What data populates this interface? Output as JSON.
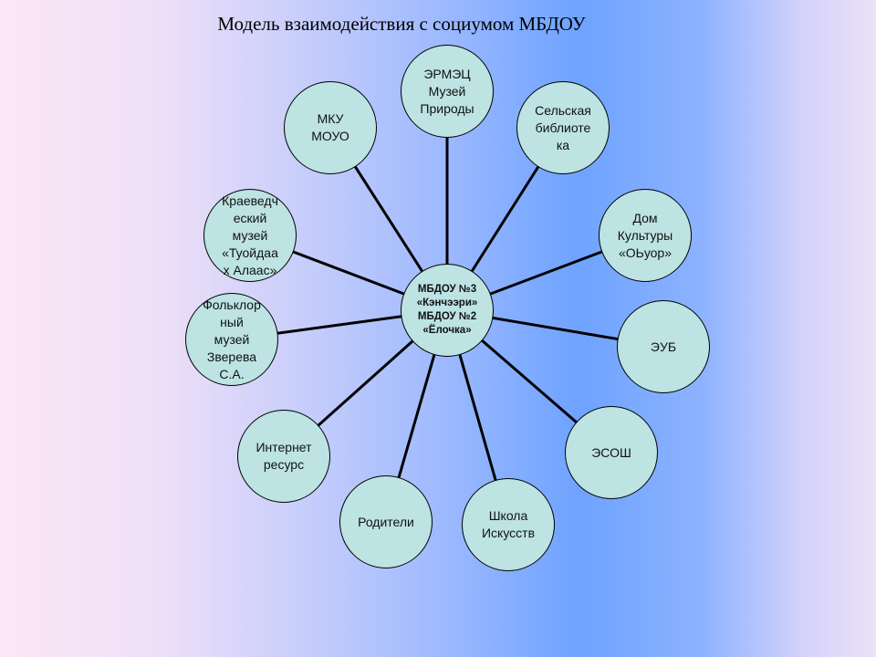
{
  "title": "Модель взаимодействия с социумом МБДОУ",
  "center": "МБДОУ №3\n«Кэнчээри»\nМБДОУ №2\n«Ёлочка»",
  "nodes": [
    "ЭРМЭЦ\nМузей\nПрироды",
    "МКУ\nМОУО",
    "Сельская\nбиблиоте\nка",
    "Краеведч\nеский\nмузей\n«Туойдаа\nх Алаас»",
    "Дом\nКультуры\n«ОЬуор»",
    "Фольклор\nный\nмузей\nЗверева\nС.А.",
    "ЭУБ",
    "Интернет\nресурс",
    "ЭСОШ",
    "Родители",
    "Школа\nИскусств"
  ]
}
